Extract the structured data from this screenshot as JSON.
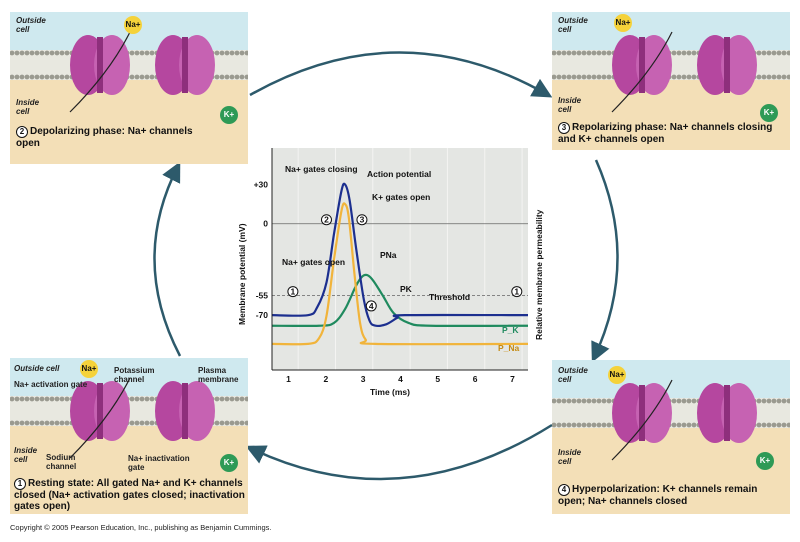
{
  "copyright": "Copyright © 2005 Pearson Education, Inc., publishing as Benjamin Cummings.",
  "ions": {
    "na": "Na+",
    "k": "K+"
  },
  "labels": {
    "outside_cell": "Outside cell",
    "inside_cell": "Inside cell",
    "outside": "Outside",
    "inside": "Inside",
    "cell": "cell"
  },
  "panels": {
    "resting": {
      "num": "1",
      "caption": "Resting state: All gated Na+ and K+ channels closed (Na+ activation gates closed; inactivation gates open)",
      "activation_gate": "Na+ activation gate",
      "potassium_channel": "Potassium channel",
      "plasma_membrane": "Plasma membrane",
      "sodium_channel": "Sodium channel",
      "inactivation_gate": "Na+ inactivation gate"
    },
    "depolarizing": {
      "num": "2",
      "caption": "Depolarizing phase: Na+ channels open"
    },
    "repolarizing": {
      "num": "3",
      "caption": "Repolarizing phase: Na+ channels closing and K+ channels open"
    },
    "hyperpolarization": {
      "num": "4",
      "caption": "Hyperpolarization: K+ channels remain open; Na+ channels closed"
    }
  },
  "colors": {
    "ap": "#1c2f8f",
    "pna": "#f1b43b",
    "pk": "#1f8a5e",
    "outside": "#cfe9ef",
    "inside": "#f3dfb7",
    "channel": "#b5479f",
    "arrow": "#2d5a6b"
  },
  "chart_data": {
    "type": "line",
    "title": "Action potential",
    "xlabel": "Time (ms)",
    "ylabel": "Membrane potential (mV)",
    "ylabel_right": "Relative membrane permeability",
    "xlim": [
      0.54,
      7.4
    ],
    "ylim": [
      -112,
      58
    ],
    "xticks": [
      1,
      2,
      3,
      4,
      5,
      6,
      7
    ],
    "yticks": [
      {
        "v": 30,
        "label": "+30"
      },
      {
        "v": 0,
        "label": "0"
      },
      {
        "v": -55,
        "label": "-55"
      },
      {
        "v": -70,
        "label": "-70"
      }
    ],
    "threshold": -55,
    "threshold_label": "Threshold",
    "series": [
      {
        "name": "Action potential",
        "points": [
          [
            0.54,
            -70
          ],
          [
            1.5,
            -70
          ],
          [
            1.75,
            -64
          ],
          [
            2.0,
            -45
          ],
          [
            2.2,
            -8
          ],
          [
            2.4,
            25
          ],
          [
            2.5,
            30
          ],
          [
            2.62,
            18
          ],
          [
            2.8,
            -20
          ],
          [
            3.0,
            -58
          ],
          [
            3.15,
            -74
          ],
          [
            3.3,
            -78
          ],
          [
            3.6,
            -77
          ],
          [
            3.9,
            -72
          ],
          [
            4.1,
            -70
          ],
          [
            7.4,
            -70
          ]
        ]
      },
      {
        "name": "PNa",
        "label": "P_Na",
        "points": [
          [
            0.54,
            0
          ],
          [
            1.5,
            0
          ],
          [
            1.8,
            0.04
          ],
          [
            2.0,
            0.2
          ],
          [
            2.2,
            0.6
          ],
          [
            2.4,
            0.95
          ],
          [
            2.5,
            1
          ],
          [
            2.6,
            0.9
          ],
          [
            2.75,
            0.5
          ],
          [
            2.9,
            0.15
          ],
          [
            3.05,
            0.03
          ],
          [
            3.3,
            0
          ],
          [
            7.4,
            0
          ]
        ]
      },
      {
        "name": "PK",
        "label": "P_K",
        "points": [
          [
            0.54,
            0.13
          ],
          [
            1.8,
            0.13
          ],
          [
            2.2,
            0.15
          ],
          [
            2.5,
            0.25
          ],
          [
            2.8,
            0.42
          ],
          [
            3.0,
            0.49
          ],
          [
            3.2,
            0.47
          ],
          [
            3.5,
            0.35
          ],
          [
            3.8,
            0.22
          ],
          [
            4.2,
            0.15
          ],
          [
            4.8,
            0.13
          ],
          [
            7.4,
            0.13
          ]
        ]
      }
    ],
    "annotations": {
      "na_closing": "Na+ gates closing",
      "k_open": "K+ gates open",
      "na_open": "Na+ gates open",
      "pna": "PNa",
      "pk": "PK",
      "markers": [
        "1",
        "2",
        "3",
        "4",
        "1"
      ]
    }
  }
}
